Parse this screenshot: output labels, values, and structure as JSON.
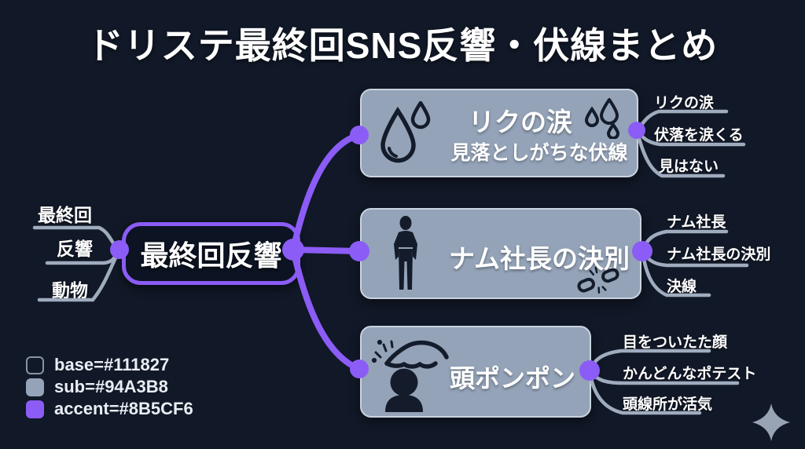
{
  "colors": {
    "base": "#111827",
    "sub": "#94A3B8",
    "accent": "#8B5CF6",
    "node_fill": "#94A3B8",
    "icon_dark": "#141C2B",
    "text": "#FFFFFF"
  },
  "title": "ドリステ最終回SNS反響・伏線まとめ",
  "center": {
    "label": "最終回反響",
    "left_labels": [
      "最終回",
      "反響",
      "動物"
    ]
  },
  "branches": [
    {
      "title": "リクの涙",
      "subtitle": "見落としがちな伏線",
      "icons": [
        "water-drops-icon",
        "rain-drops-icon"
      ],
      "labels": [
        "リクの涙",
        "伏落を涙くる",
        "見はない"
      ]
    },
    {
      "title": "ナム社長の決別",
      "subtitle": "",
      "icons": [
        "businessman-icon",
        "broken-chain-icon"
      ],
      "labels": [
        "ナム社長",
        "ナム社長の決別",
        "決線"
      ]
    },
    {
      "title": "頭ポンポン",
      "subtitle": "",
      "icons": [
        "head-pat-icon"
      ],
      "labels": [
        "目をついたた顔",
        "かんどんなポテスト",
        "頭線所が活気"
      ]
    }
  ],
  "legend": {
    "items": [
      {
        "label": "base=#111827",
        "color": "#111827"
      },
      {
        "label": "sub=#94A3B8",
        "color": "#94A3B8"
      },
      {
        "label": "accent=#8B5CF6",
        "color": "#8B5CF6"
      }
    ]
  },
  "decorations": {
    "sparkle": "sparkle-icon"
  }
}
